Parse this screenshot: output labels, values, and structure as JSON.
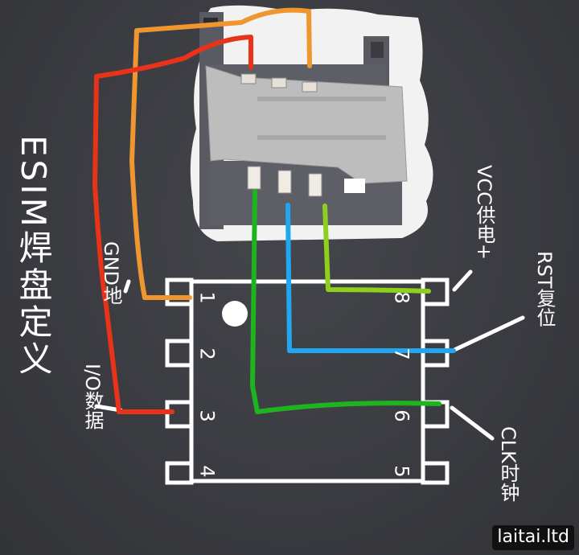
{
  "title": "ESIM焊盘定义",
  "labels": {
    "gnd": "GND地",
    "io": "I/O数据",
    "vcc": "VCC供电+",
    "rst": "RST复位",
    "clk": "CLK时钟"
  },
  "chip": {
    "pins_left": [
      "1",
      "2",
      "3",
      "4"
    ],
    "pins_right": [
      "8",
      "7",
      "6",
      "5"
    ],
    "pin1_marker": "dot"
  },
  "wires": [
    {
      "name": "gnd-wire",
      "from": "sim-top-pin-3",
      "to": "chip-pin-1",
      "color": "#f0962e"
    },
    {
      "name": "io-wire",
      "from": "sim-top-pin-1",
      "to": "chip-pin-3",
      "color": "#e8321a"
    },
    {
      "name": "vcc-wire",
      "from": "sim-bottom-pin-3",
      "to": "chip-pin-8",
      "color": "#8fcf1e"
    },
    {
      "name": "rst-wire",
      "from": "sim-bottom-pin-2",
      "to": "chip-pin-7",
      "color": "#22a6f0"
    },
    {
      "name": "clk-wire",
      "from": "sim-bottom-pin-1",
      "to": "chip-pin-6",
      "color": "#1fb41f"
    }
  ],
  "watermark": "laitai.ltd"
}
